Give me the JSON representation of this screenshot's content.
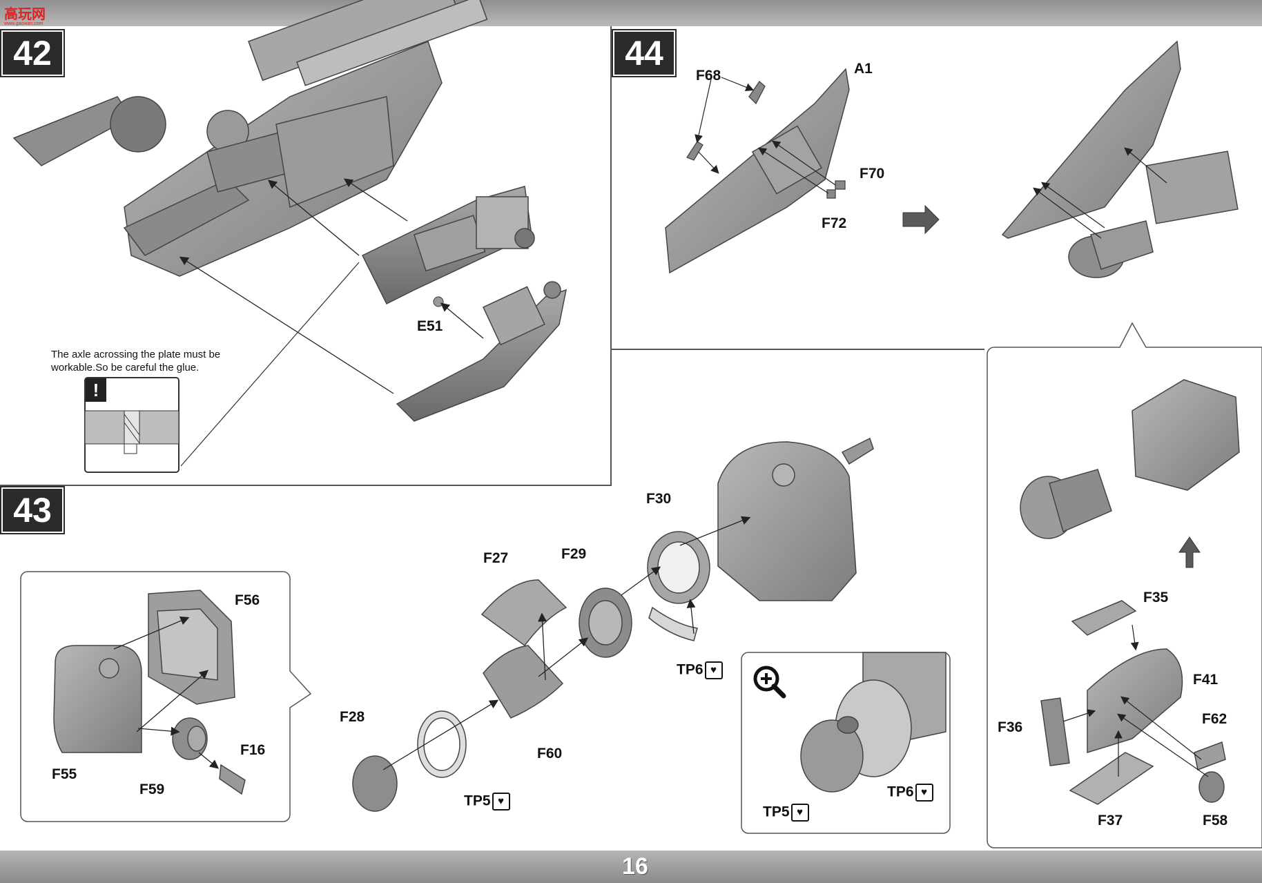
{
  "header": {
    "logo_text": "高玩网",
    "logo_url_text": "www.gaowan.com"
  },
  "steps": [
    {
      "number": "42"
    },
    {
      "number": "43"
    },
    {
      "number": "44"
    }
  ],
  "step42": {
    "note": "The axle acrossing the plate must be workable.So be careful the glue.",
    "warning_mark": "!",
    "labels": {
      "e51": "E51"
    }
  },
  "step43": {
    "labels": {
      "f56": "F56",
      "f55": "F55",
      "f59": "F59",
      "f16": "F16",
      "f27": "F27",
      "f29": "F29",
      "f30": "F30",
      "f28": "F28",
      "f60": "F60",
      "tp5": "TP5",
      "tp6": "TP6",
      "zoom_tp5": "TP5",
      "zoom_tp6": "TP6"
    }
  },
  "step44": {
    "labels": {
      "f68": "F68",
      "a1": "A1",
      "f70": "F70",
      "f72": "F72",
      "f35": "F35",
      "f41": "F41",
      "f36": "F36",
      "f62": "F62",
      "f37": "F37",
      "f58": "F58"
    }
  },
  "footer": {
    "page_number": "16"
  },
  "colors": {
    "part_fill": "#9c9c9c",
    "part_dark": "#6e6e6e",
    "badge": "#2b2b2b"
  }
}
